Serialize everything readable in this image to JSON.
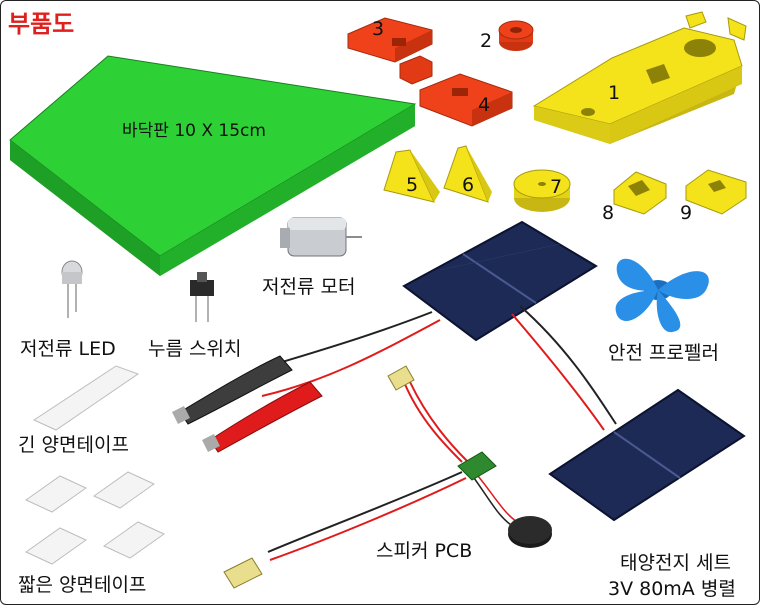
{
  "title": "부품도",
  "base_label": "바닥판 10 X 15cm",
  "parts": {
    "p1": "1",
    "p2": "2",
    "p3": "3",
    "p4": "4",
    "p5": "5",
    "p6": "6",
    "p7": "7",
    "p8": "8",
    "p9": "9"
  },
  "labels": {
    "motor": "저전류 모터",
    "led": "저전류 LED",
    "switch": "누름 스위치",
    "propeller": "안전 프로펠러",
    "long_tape": "긴 양면테이프",
    "short_tape": "짧은 양면테이프",
    "speaker": "스피커 PCB",
    "solar_line1": "태양전지 세트",
    "solar_line2": "3V 80mA 병렬"
  },
  "colors": {
    "title_red": "#e0201c",
    "base_green": "#2ed135",
    "part_red": "#f0421a",
    "part_yellow": "#f4e21a",
    "propeller_blue": "#2a8fe6",
    "solar_panel": "#1c2a55"
  }
}
